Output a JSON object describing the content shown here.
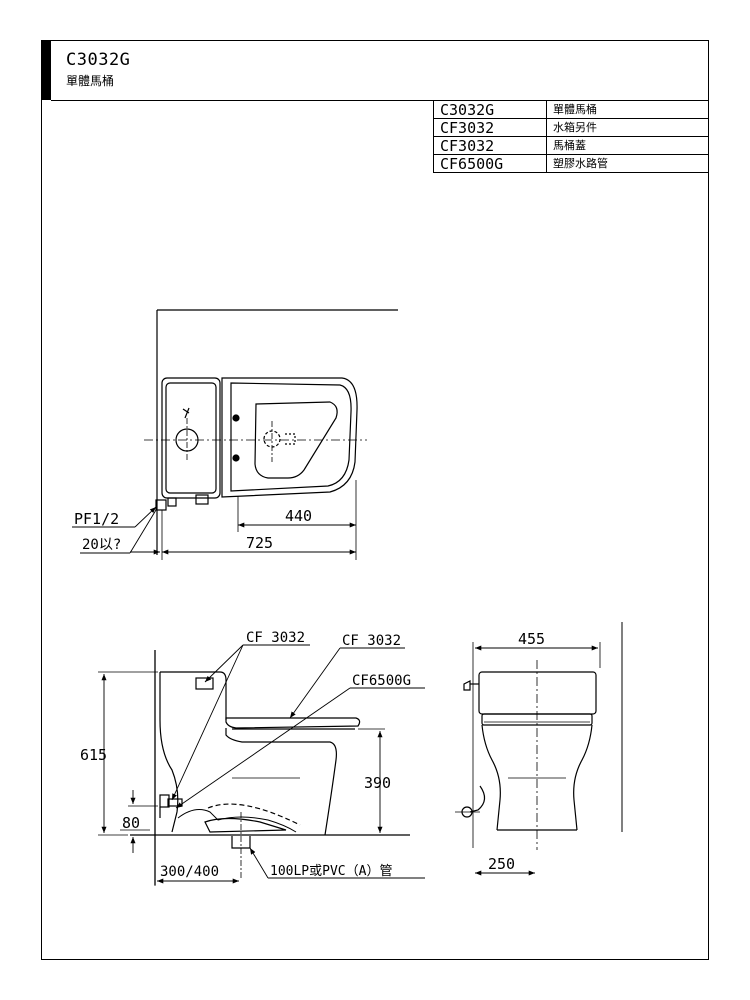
{
  "header": {
    "model": "C3032G",
    "subtitle": "單體馬桶"
  },
  "parts": [
    {
      "code": "C3032G",
      "name": "單體馬桶"
    },
    {
      "code": "CF3032",
      "name": "水箱另件"
    },
    {
      "code": "CF3032",
      "name": "馬桶蓋"
    },
    {
      "code": "CF6500G",
      "name": "塑膠水路管"
    }
  ],
  "top_view": {
    "inlet_label": "PF1/2",
    "inlet_note": "20以?",
    "dim_440": "440",
    "dim_725": "725"
  },
  "side_view": {
    "callout_tank_parts": "CF 3032",
    "callout_seat": "CF 3032",
    "callout_water_pipe": "CF6500G",
    "dim_height": "615",
    "dim_80": "80",
    "dim_390": "390",
    "dim_rough_in": "300/400",
    "drain_note": "100LP或PVC（A）管"
  },
  "front_view": {
    "dim_width": "455",
    "dim_base": "250"
  },
  "colors": {
    "line": "#000000",
    "background": "#ffffff"
  }
}
